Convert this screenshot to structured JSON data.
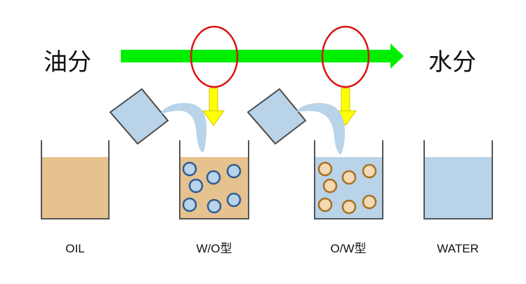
{
  "labels": {
    "left": "油分",
    "right": "水分",
    "beakers": [
      "OIL",
      "W/O型",
      "O/W型",
      "WATER"
    ]
  },
  "colors": {
    "oil": "#e6c28e",
    "water": "#b9d3e8",
    "wo_droplet_fill": "#b8d3ea",
    "wo_droplet_stroke": "#2f5d92",
    "ow_droplet_fill": "#f3d9b4",
    "ow_droplet_stroke": "#a7701e",
    "arrow_green": "#00ee00",
    "arrow_yellow": "#ffff00",
    "arrow_yellow_stroke": "#c8c800",
    "circle_red": "#dd1111",
    "beaker_line": "#555555",
    "cup_fill": "#b9d3e8",
    "cup_stroke": "#4b4b4b"
  },
  "icons": [
    "tilted-cup-icon",
    "pour-stream-icon",
    "droplet-icon"
  ]
}
